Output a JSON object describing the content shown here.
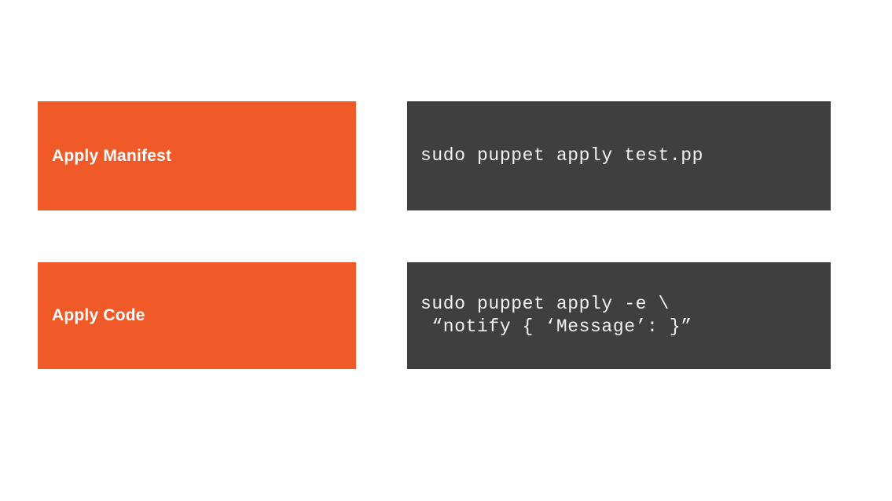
{
  "slide": {
    "background_color": "#ffffff",
    "accent_color": "#f05a28",
    "code_background_color": "#3f3f3f",
    "text_color": "#ffffff"
  },
  "rows": [
    {
      "label": "Apply Manifest",
      "code": "sudo puppet apply test.pp"
    },
    {
      "label": "Apply Code",
      "code": "sudo puppet apply -e \\\n “notify { ‘Message’: }”"
    }
  ],
  "watermark": ""
}
